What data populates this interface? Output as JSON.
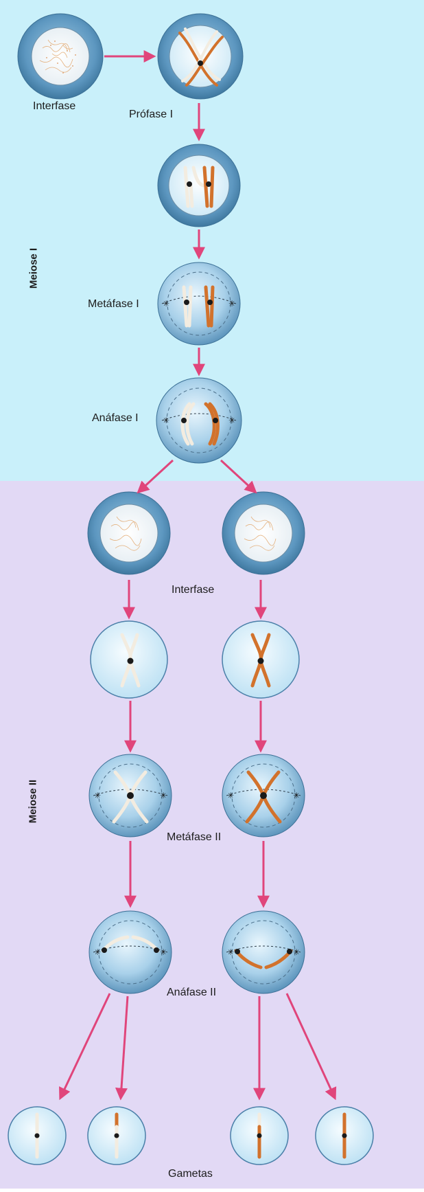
{
  "sections": {
    "meiosis_1": "Meiose I",
    "meiosis_2": "Meiose II"
  },
  "labels": {
    "interphase_1": "Interfase",
    "prophase_1": "Prófase I",
    "metaphase_1": "Metáfase I",
    "anaphase_1": "Anáfase I",
    "interphase_2": "Interfase",
    "metaphase_2": "Metáfase II",
    "anaphase_2": "Anáfase II",
    "gametes": "Gametas"
  },
  "colors": {
    "meiosis_1_bg": "#c9f0fa",
    "meiosis_2_bg": "#e2d9f5",
    "arrow": "#e0457b",
    "cell_ring": "#4f8fb8",
    "cell_inner": "#dff2fb",
    "chromosome_light": "#f3ece0",
    "chromosome_dark": "#d2722c",
    "centromere": "#1a1a1a"
  }
}
